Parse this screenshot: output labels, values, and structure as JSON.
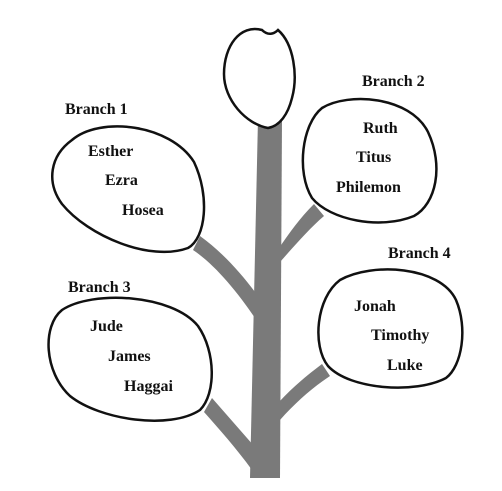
{
  "colors": {
    "trunk": "#7a7a7a",
    "outline": "#111111",
    "background": "#ffffff"
  },
  "branches": [
    {
      "title": "Branch 1",
      "books": [
        "Esther",
        "Ezra",
        "Hosea"
      ]
    },
    {
      "title": "Branch 2",
      "books": [
        "Ruth",
        "Titus",
        "Philemon"
      ]
    },
    {
      "title": "Branch 3",
      "books": [
        "Jude",
        "James",
        "Haggai"
      ]
    },
    {
      "title": "Branch 4",
      "books": [
        "Jonah",
        "Timothy",
        "Luke"
      ]
    }
  ]
}
